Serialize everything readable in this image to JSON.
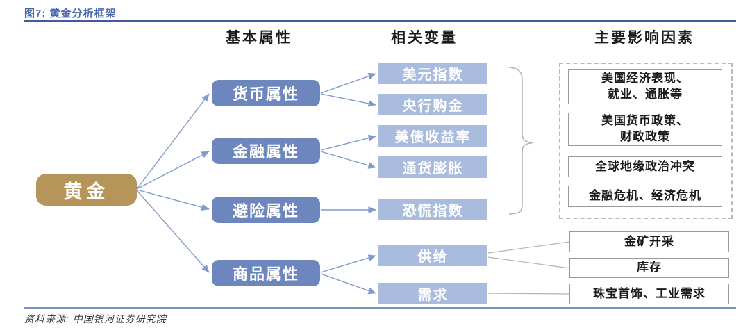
{
  "figure": {
    "title": "图7: 黄金分析框架",
    "source": "资料来源: 中国银河证券研究院"
  },
  "columns": {
    "basic": "基本属性",
    "variables": "相关变量",
    "factors": "主要影响因素"
  },
  "root": {
    "label": "黄金"
  },
  "properties": [
    {
      "label": "货币属性"
    },
    {
      "label": "金融属性"
    },
    {
      "label": "避险属性"
    },
    {
      "label": "商品属性"
    }
  ],
  "variables": [
    {
      "label": "美元指数"
    },
    {
      "label": "央行购金"
    },
    {
      "label": "美债收益率"
    },
    {
      "label": "通货膨胀"
    },
    {
      "label": "恐慌指数"
    },
    {
      "label": "供给"
    },
    {
      "label": "需求"
    }
  ],
  "factors": [
    {
      "label": "美国经济表现、\n就业、通胀等"
    },
    {
      "label": "美国货币政策、\n财政政策"
    },
    {
      "label": "全球地缘政治冲突"
    },
    {
      "label": "金融危机、经济危机"
    },
    {
      "label": "金矿开采"
    },
    {
      "label": "库存"
    },
    {
      "label": "珠宝首饰、工业需求"
    }
  ],
  "colors": {
    "accent_blue": "#42599c",
    "node_blue": "#6d87be",
    "node_light_blue": "#a9bcde",
    "node_gold": "#b6955a",
    "connector_blue": "#7e9ace",
    "connector_gray": "#b3b3b3"
  }
}
